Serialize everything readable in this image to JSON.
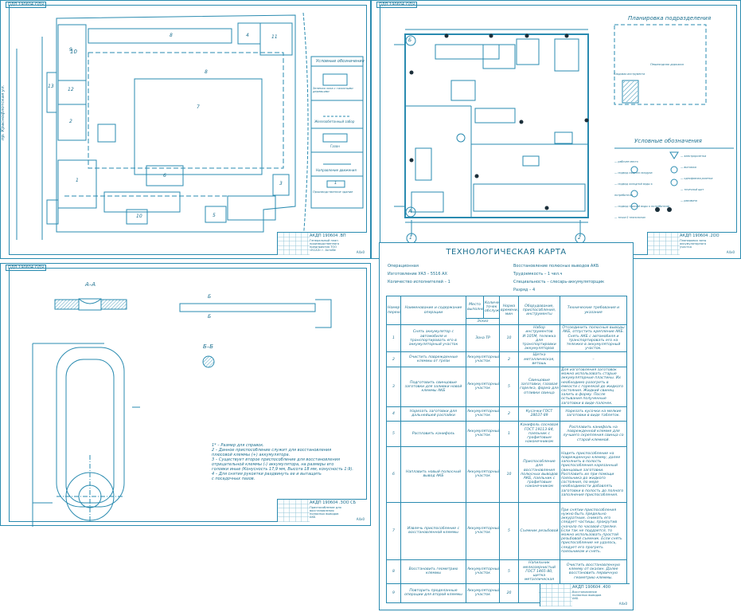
{
  "sheets": {
    "plan": {
      "tag": "ПДП 190604 ОДЧ",
      "numbers": [
        "1",
        "2",
        "3",
        "4",
        "5",
        "6",
        "7",
        "8",
        "8",
        "9",
        "10",
        "11",
        "12",
        "13"
      ],
      "road_label": "пр. Краснофлотская ул.",
      "legend_title": "Условные обозначения",
      "legend_items": [
        "Зеленая зона с газонными деревьями",
        "Железобетонный забор",
        "Газон",
        "Направление движения",
        "Производственное здание"
      ],
      "legend_number": "1",
      "stamp_code": "АКДП 190604 .ВП",
      "stamp_name": "Генеральный план производственного предприятия ТОО «КСАЗ» г. Актобе",
      "stamp_fmt": "А4х0"
    },
    "layout": {
      "tag": "ПДП 190604 ОДЧ",
      "title": "Планировка подразделения",
      "legend_title": "Условные обозначения",
      "axis_labels": [
        "Б",
        "А",
        "1",
        "2"
      ],
      "legend_left": [
        "— рабочее место",
        "— подвод сжатого воздуха",
        "— подвод холодной воды к потребителю",
        "— подвод горячей воды к потребителю",
        "— точка 0 технологии"
      ],
      "legend_right": [
        "— электророзетка",
        "— вытяжка",
        "— однофазная розетка",
        "— точечный щит",
        "— раковина"
      ],
      "plan_note": "Пешеходная дорожка",
      "room_label": "Кладовая инструмента",
      "stamp_code": "АКДП 190604 .2ОО",
      "stamp_name": "Планировка зоны аккумуляторного участка",
      "stamp_fmt": "А4х0"
    },
    "device": {
      "tag": "ПДП 190604 ОДЧ",
      "section_aa": "А–А",
      "section_bb": "Б–Б",
      "cut_label": "Б",
      "notes": [
        "1* – Размер для справок.",
        "2 – Данное приспособление служит для восстановления",
        "плюсовой клеммы (+) аккумулятора.",
        "3 – Существует второе приспособление для восстановления",
        "отрицательной клеммы (-) аккумулятора, на размеры его",
        "головки иные (Конусность 17,9 мм, Высота 18 мм, конусность 1:9).",
        "4 – Для снятия рукоятки раздвинуть ее и вытащить",
        "с посадочных пазов."
      ],
      "stamp_code": "АКДП 190604 .ЗОО СБ",
      "stamp_name": "Приспособление для восстановления полюсных выводов АКБ",
      "stamp_fmt": "А4х0"
    },
    "techcard": {
      "title": "ТЕХНОЛОГИЧЕСКАЯ КАРТА",
      "meta_left": [
        "Операционная",
        "Изготовление УАЗ – 5516 АХ",
        "Количество исполнителей – 1"
      ],
      "meta_right": [
        "Восстановление полюсных выводов АКБ",
        "Трудоемкость – 1 чел.ч",
        "Специальность – слесарь-аккумуляторщик",
        "Разряд – 4"
      ],
      "headers": {
        "num": "Номер перехода",
        "op": "Наименование и содержание операции",
        "place": "Место выполнения",
        "count": "Количество точек обслуживания",
        "norm": "Норма времени, мин",
        "tools": "Оборудование, приспособления, инструменты",
        "req": "Технические требования и указания",
        "sketch": "Эскиз"
      },
      "rows": [
        {
          "n": "1",
          "op": "Снять аккумулятор с автомобиля и транспортировать его в аккумуляторный участок",
          "place": "Зона ТР",
          "norm": "10",
          "tools": "Набор инструментов И-105М, тележка для транспортировки аккумуляторов",
          "req": "Отсоединить полюсные выводы АКБ, отпустить крепление АКБ. Снять АКБ с автомобиля и транспортировать его на тележке в аккумуляторный участок."
        },
        {
          "n": "2",
          "op": "Очистить поврежденные клеммы от грязи",
          "place": "Аккумуляторный участок",
          "norm": "2",
          "tools": "Щетка металлическая, ветошь",
          "req": "–"
        },
        {
          "n": "3",
          "op": "Подготовить свинцовые заготовки для заливки новой клеммы АКБ",
          "place": "Аккумуляторный участок",
          "norm": "5",
          "tools": "Свинцовые заготовки, газовая горелка, форма для отливки свинца",
          "req": "Для изготовления заготовок можно использовать старые аккумуляторные пластины. Их необходимо разогреть в емкости с горелкой до жидкого состояния. Жидкий свинец залить в форму. После остывания полученные заготовки в виде палочек."
        },
        {
          "n": "4",
          "op": "Нарезать заготовки для дальнейшей распайки",
          "place": "Аккумуляторный участок",
          "norm": "2",
          "tools": "Кусачки ГОСТ 28037-89",
          "req": "Нарезать кусочки на мелкие заготовки в виде таблеток."
        },
        {
          "n": "5",
          "op": "Расплавить канифоль",
          "place": "Аккумуляторный участок",
          "norm": "1",
          "tools": "Канифоль сосновая ГОСТ 19113-84, паяльник с графитовым наконечником",
          "req": "Расплавить канифоль на поврежденной клемме для лучшего скрепления свинца со старой клеммой."
        },
        {
          "n": "6",
          "op": "Наплавить новый полюсный вывод АКБ",
          "place": "Аккумуляторный участок",
          "norm": "10",
          "tools": "Приспособление для восстановления полюсных выводов АКБ, паяльник с графитовым наконечником",
          "req": "Надеть приспособление на поврежденную клемму, далее заполнить в полость приспособления нарезанный свинцовые заготовки. Расплавить их при помощи паяльника до жидкого состояния, по мере необходимости добавлять заготовки в полость до полного заполнения приспособления."
        },
        {
          "n": "7",
          "op": "Извлечь приспособление с восстановленной клеммы",
          "place": "Аккумуляторный участок",
          "norm": "5",
          "tools": "Съемник резьбовой",
          "req": "При снятии приспособления нужно быть предельно аккуратным, снимать его следует частицы, прокрутив сначала по часовой стрелке. Если так не поддается, то можно использовать простой резьбовой съемник. Если снять приспособление не удалось, следует его прогреть паяльником и снять."
        },
        {
          "n": "8",
          "op": "Восстановить геометрию клеммы",
          "place": "Аккумуляторный участок",
          "norm": "5",
          "tools": "Напильник мелкозернистый ГОСТ 1465-80, щетка металлическая",
          "req": "Очистить восстановленную клемму от окалин. Далее восстановить первичную геометрию клеммы."
        },
        {
          "n": "9",
          "op": "Повторить проделанные операции для второй клеммы",
          "place": "Аккумуляторный участок",
          "norm": "20",
          "tools": "–",
          "req": "–"
        }
      ],
      "stamp_code": "АКДП 190604 .400",
      "stamp_name": "Восстановление полюсных выводов АКБ",
      "stamp_fmt": "А4х0"
    }
  }
}
